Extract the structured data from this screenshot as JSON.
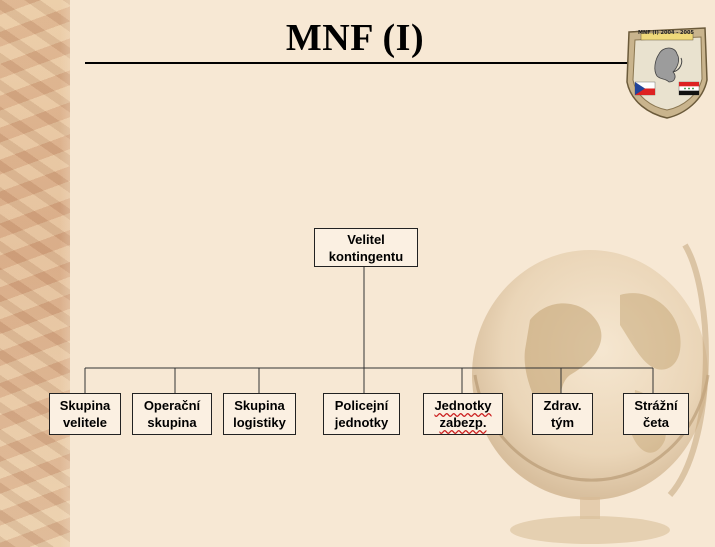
{
  "title": "MNF (I)",
  "emblem": {
    "text": "MNF (I) 2004 - 2005",
    "icon": "lion-emblem-with-czech-and-iraqi-flags"
  },
  "colors": {
    "background": "#f7e8d4",
    "box_fill": "#fbf0e2",
    "line": "#222222"
  },
  "orgchart": {
    "root": "Velitel\nkontingentu",
    "units": [
      "Skupina\nvelitele",
      "Operační\nskupina",
      "Skupina\nlogistiky",
      "Policejní\njednotky",
      "Jednotky\nzabezp.",
      "Zdrav.\ntým",
      "Strážní\nčeta"
    ]
  }
}
